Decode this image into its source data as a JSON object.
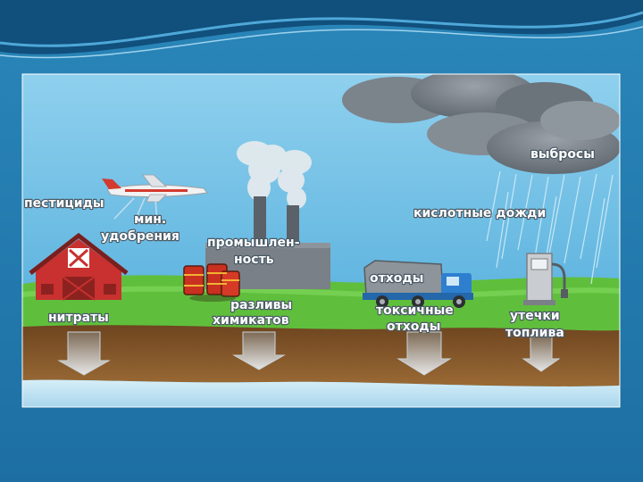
{
  "labels": {
    "emissions": "выбросы",
    "pesticides": "пестициды",
    "fertilizers_1": "мин.",
    "fertilizers_2": "удобрения",
    "industry_1": "промышлен-",
    "industry_2": "ность",
    "acid_rain": "кислотные дожди",
    "waste": "отходы",
    "nitrates": "нитраты",
    "chem_spills_1": "разливы",
    "chem_spills_2": "химикатов",
    "toxic_waste_1": "токсичные",
    "toxic_waste_2": "отходы",
    "fuel_leaks_1": "утечки",
    "fuel_leaks_2": "топлива"
  },
  "colors": {
    "slide_background": "#1f78ad",
    "sky": "#5db4dc",
    "grass": "#5fbf3c",
    "soil": "#8a5a2b",
    "groundwater": "#bfe2f2",
    "barn": "#c8312f",
    "cloud": "#6f7780",
    "label_fill": "#ffffff",
    "label_outline": "#4a5a66"
  },
  "icons": [
    "cloud-icon",
    "airplane-icon",
    "barn-icon",
    "factory-icon",
    "barrel-icon",
    "truck-icon",
    "fuel-pump-icon",
    "seepage-arrow-icon"
  ]
}
